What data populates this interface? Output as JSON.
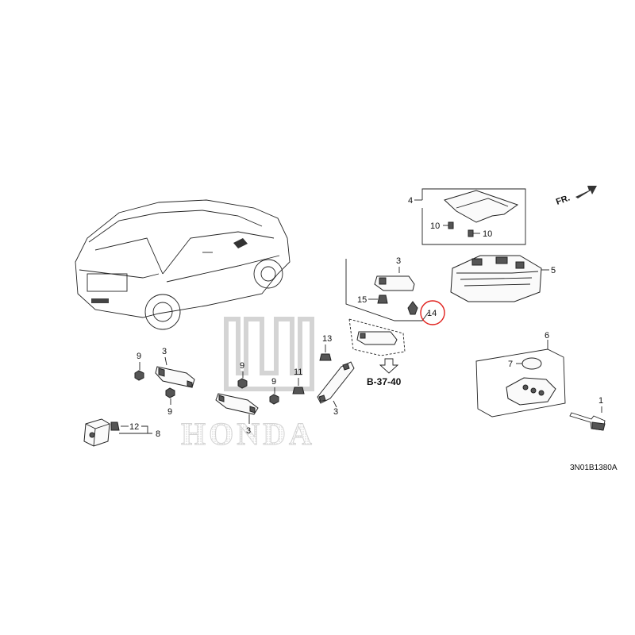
{
  "callouts": {
    "c1": "1",
    "c3a": "3",
    "c3b": "3",
    "c3c": "3",
    "c3d": "3",
    "c4": "4",
    "c5": "5",
    "c6": "6",
    "c7": "7",
    "c8": "8",
    "c9a": "9",
    "c9b": "9",
    "c9c": "9",
    "c9d": "9",
    "c10a": "10",
    "c10b": "10",
    "c11": "11",
    "c12": "12",
    "c13": "13",
    "c14": "14",
    "c15": "15"
  },
  "reference": "B-37-40",
  "direction": "FR.",
  "watermark": "HONDA",
  "diagram_code": "3N01B1380A",
  "highlight_color": "#e0201c"
}
